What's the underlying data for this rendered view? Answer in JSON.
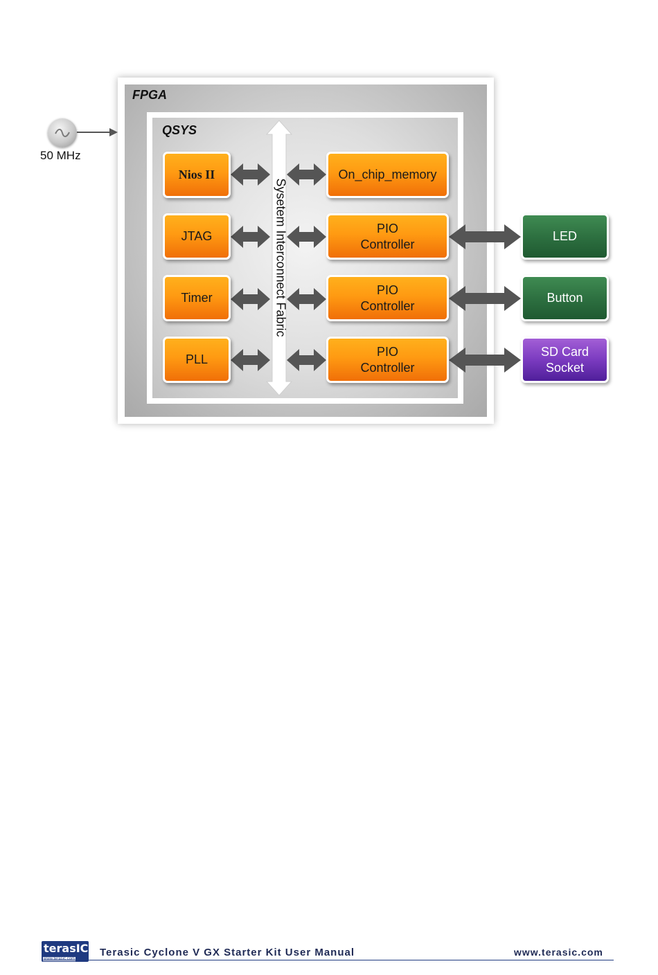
{
  "clock": {
    "label": "50 MHz"
  },
  "fpga": {
    "label": "FPGA"
  },
  "qsys": {
    "label": "QSYS"
  },
  "fabric": {
    "label": "Sysetem Interconnect Fabric"
  },
  "left_blocks": [
    {
      "label": "Nios II"
    },
    {
      "label": "JTAG"
    },
    {
      "label": "Timer"
    },
    {
      "label": "PLL"
    }
  ],
  "right_blocks": [
    {
      "label": "On_chip_memory"
    },
    {
      "label": "PIO\nController"
    },
    {
      "label": "PIO\nController"
    },
    {
      "label": "PIO\nController"
    }
  ],
  "peripherals": [
    {
      "label": "LED"
    },
    {
      "label": "Button"
    },
    {
      "label": "SD Card\nSocket"
    }
  ],
  "footer": {
    "logo_text": "terasIC",
    "logo_subtext": "www.terasic.com",
    "title": "Terasic Cyclone V GX Starter Kit User Manual",
    "url": "www.terasic.com"
  }
}
